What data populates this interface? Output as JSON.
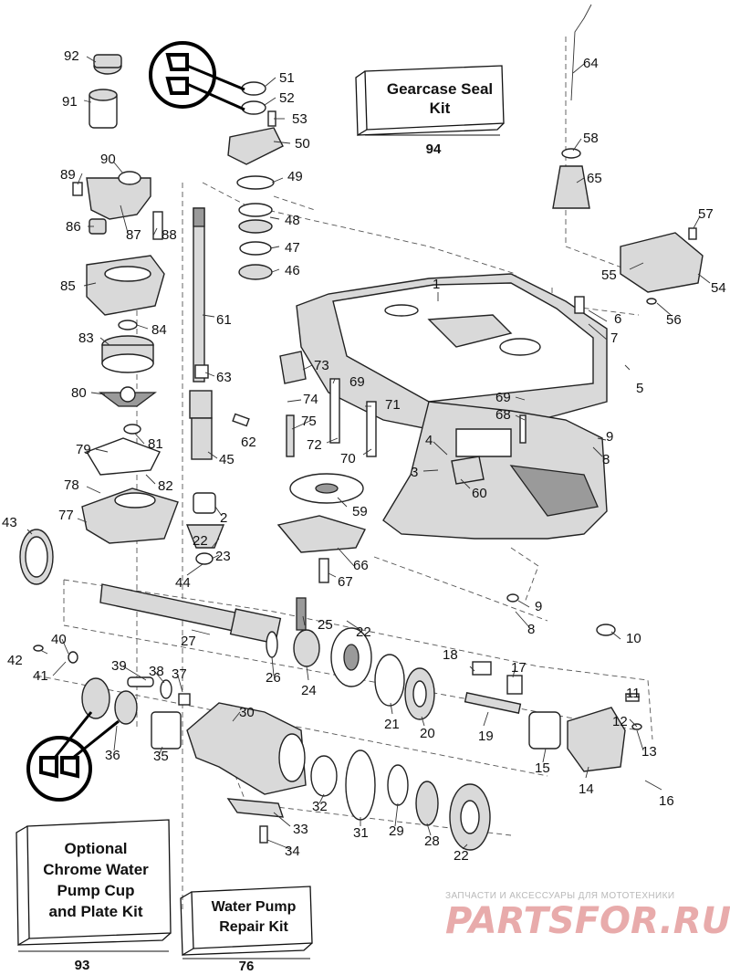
{
  "kits": {
    "gearcase_seal": {
      "title_line1": "Gearcase Seal",
      "title_line2": "Kit",
      "number": "94"
    },
    "chrome_water_pump": {
      "title_line1": "Optional",
      "title_line2": "Chrome Water",
      "title_line3": "Pump Cup",
      "title_line4": "and Plate Kit",
      "number": "93"
    },
    "water_pump_repair": {
      "title_line1": "Water Pump",
      "title_line2": "Repair Kit",
      "number": "76"
    }
  },
  "watermark": {
    "caption": "ЗАПЧАСТИ И АКСЕССУАРЫ ДЛЯ МОТОТЕХНИКИ",
    "brand": "PARTSFOR.RU"
  },
  "parts": {
    "p1": "1",
    "p2": "2",
    "p3": "3",
    "p4": "4",
    "p5": "5",
    "p6": "6",
    "p7": "7",
    "p8a": "8",
    "p8b": "8",
    "p9a": "9",
    "p9b": "9",
    "p10": "10",
    "p11": "11",
    "p12": "12",
    "p13": "13",
    "p14": "14",
    "p15": "15",
    "p16": "16",
    "p17": "17",
    "p18": "18",
    "p19": "19",
    "p20": "20",
    "p21": "21",
    "p22a": "22",
    "p22b": "22",
    "p22c": "22",
    "p23": "23",
    "p24": "24",
    "p25": "25",
    "p26": "26",
    "p27": "27",
    "p28": "28",
    "p29": "29",
    "p30": "30",
    "p31": "31",
    "p32": "32",
    "p33": "33",
    "p34": "34",
    "p35": "35",
    "p36": "36",
    "p37": "37",
    "p38": "38",
    "p39": "39",
    "p40": "40",
    "p41": "41",
    "p42": "42",
    "p43": "43",
    "p44": "44",
    "p45": "45",
    "p46": "46",
    "p47": "47",
    "p48": "48",
    "p49": "49",
    "p50": "50",
    "p51": "51",
    "p52": "52",
    "p53": "53",
    "p54": "54",
    "p55": "55",
    "p56": "56",
    "p57": "57",
    "p58": "58",
    "p59": "59",
    "p60": "60",
    "p61": "61",
    "p62": "62",
    "p63": "63",
    "p64": "64",
    "p65": "65",
    "p66": "66",
    "p67": "67",
    "p68": "68",
    "p69a": "69",
    "p69b": "69",
    "p70": "70",
    "p71": "71",
    "p72": "72",
    "p73": "73",
    "p74": "74",
    "p75": "75",
    "p77": "77",
    "p78": "78",
    "p79": "79",
    "p80": "80",
    "p81": "81",
    "p82": "82",
    "p83": "83",
    "p84": "84",
    "p85": "85",
    "p86": "86",
    "p87": "87",
    "p88": "88",
    "p89": "89",
    "p90": "90",
    "p91": "91",
    "p92": "92"
  }
}
